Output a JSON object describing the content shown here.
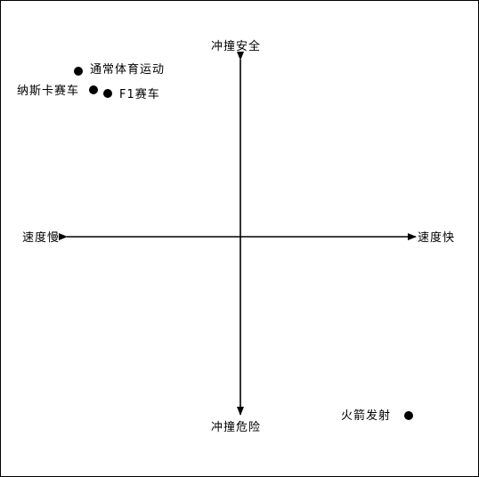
{
  "axes": {
    "top": "冲撞安全",
    "bottom": "冲撞危险",
    "left": "速度慢",
    "right": "速度快"
  },
  "points": [
    {
      "label": "通常体育运动",
      "quadrant": "slow-safe"
    },
    {
      "label": "纳斯卡赛车",
      "quadrant": "slow-safe"
    },
    {
      "label": "F1赛车",
      "quadrant": "slow-safe"
    },
    {
      "label": "火箭发射",
      "quadrant": "fast-dangerous"
    }
  ],
  "colors": {
    "ink": "#000000",
    "background": "#ffffff"
  }
}
